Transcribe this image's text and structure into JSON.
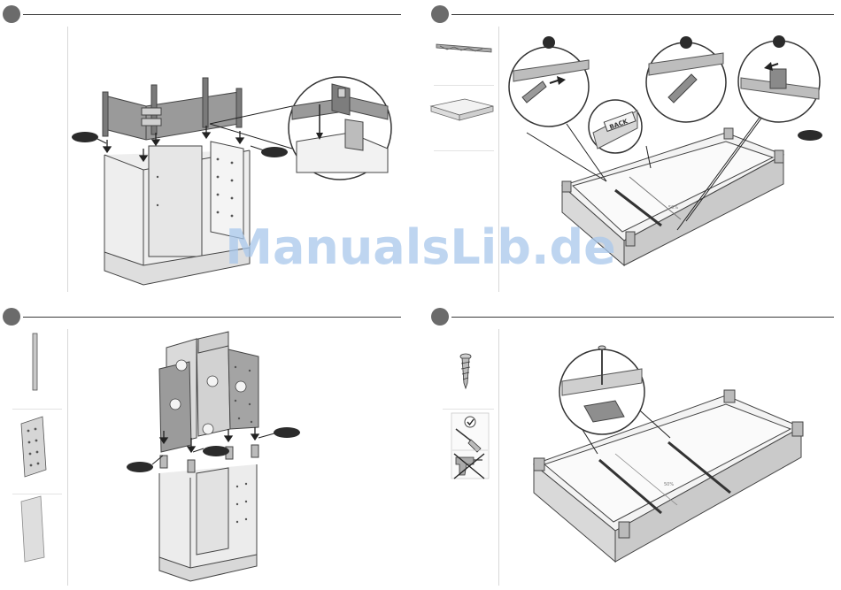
{
  "watermark": "ManualsLib.de",
  "steps": [
    {
      "id": 1,
      "callout_labels": []
    },
    {
      "id": 2,
      "callout_labels": [
        "BACK"
      ]
    },
    {
      "id": 3,
      "callout_labels": []
    },
    {
      "id": 4,
      "callout_labels": []
    }
  ],
  "floor_label": "50%",
  "colors": {
    "step_dot": "#6b6b6b",
    "rule": "#3a3a3a",
    "watermark": "#a9c8ec",
    "badge": "#2b2b2b"
  },
  "icons": [
    "screw-icon",
    "check-icon",
    "screwdriver-icon",
    "power-drill-icon"
  ]
}
